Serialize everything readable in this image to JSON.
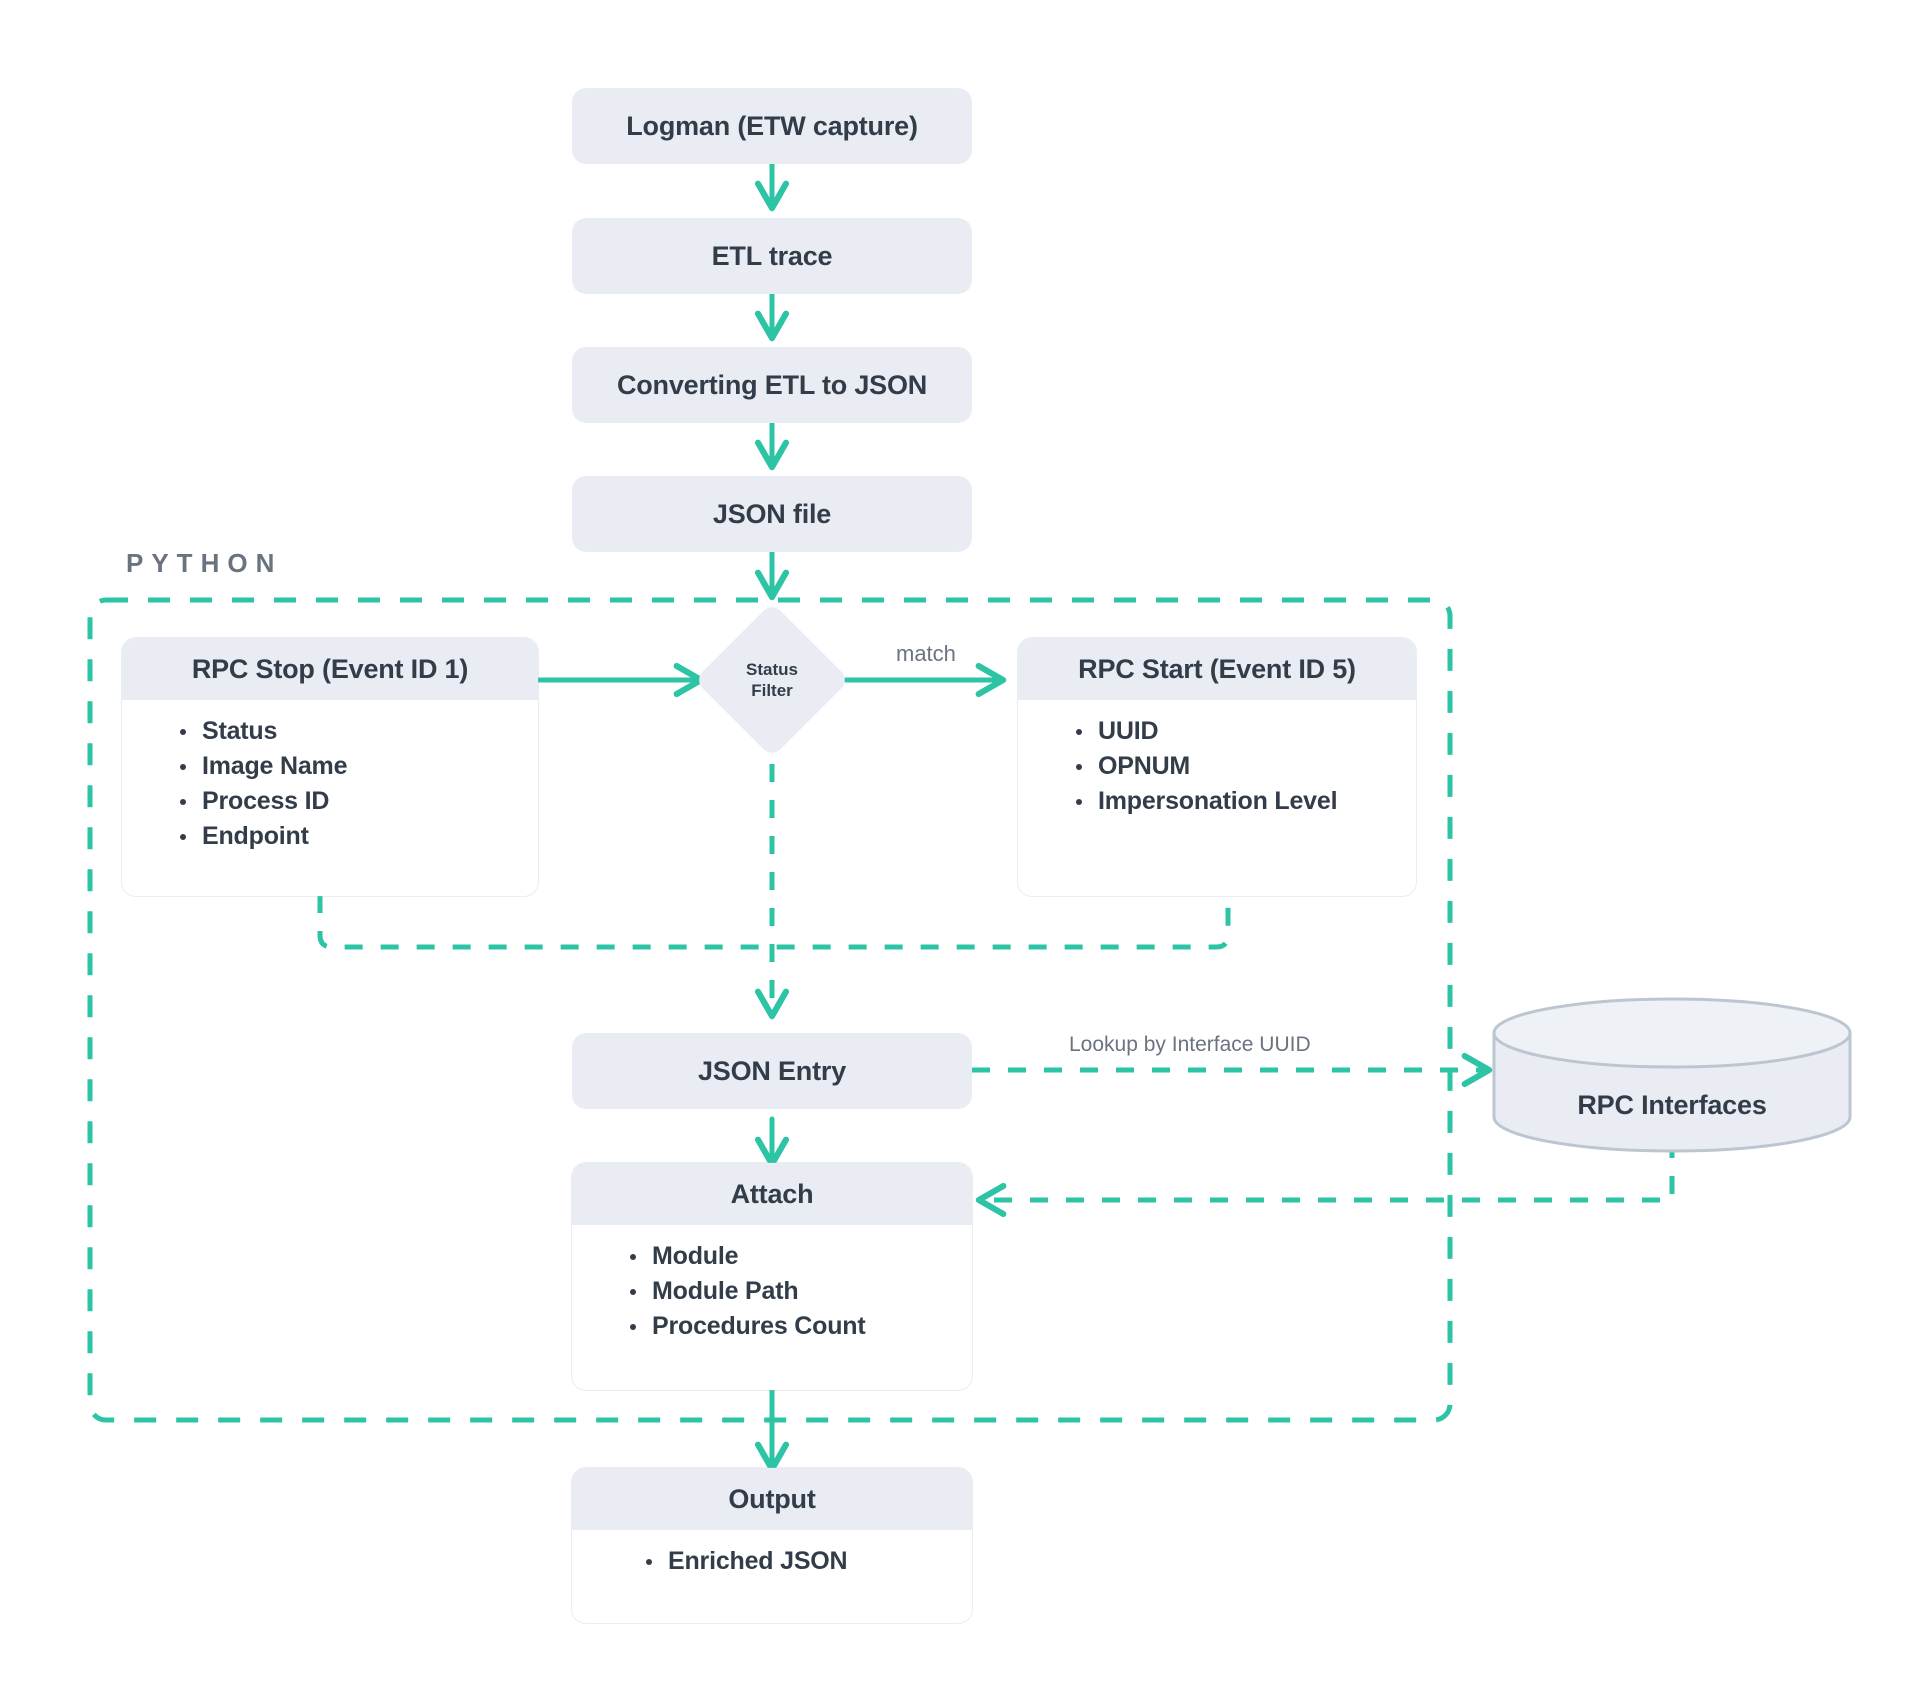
{
  "diagram": {
    "title_label": "PYTHON",
    "accent_color": "#2cc4a4",
    "node_fill": "#e9edf3",
    "text_color": "#333d49",
    "muted_text_color": "#6b7380",
    "background": "#ffffff",
    "nodes": {
      "logman": {
        "label": "Logman (ETW capture)"
      },
      "etl_trace": {
        "label": "ETL trace"
      },
      "converting": {
        "label": "Converting ETL to JSON"
      },
      "json_file": {
        "label": "JSON file"
      },
      "rpc_stop": {
        "label": "RPC Stop (Event ID 1)",
        "items": [
          "Status",
          "Image Name",
          "Process ID",
          "Endpoint"
        ]
      },
      "status_filter": {
        "line1": "Status",
        "line2": "Filter"
      },
      "rpc_start": {
        "label": "RPC Start (Event ID 5)",
        "items": [
          "UUID",
          "OPNUM",
          "Impersonation Level"
        ]
      },
      "json_entry": {
        "label": "JSON Entry"
      },
      "attach": {
        "label": "Attach",
        "items": [
          "Module",
          "Module Path",
          "Procedures Count"
        ]
      },
      "rpc_interfaces": {
        "label": "RPC Interfaces"
      },
      "output": {
        "label": "Output",
        "items": [
          "Enriched JSON"
        ]
      }
    },
    "edge_labels": {
      "match": "match",
      "lookup": "Lookup by Interface UUID"
    }
  }
}
